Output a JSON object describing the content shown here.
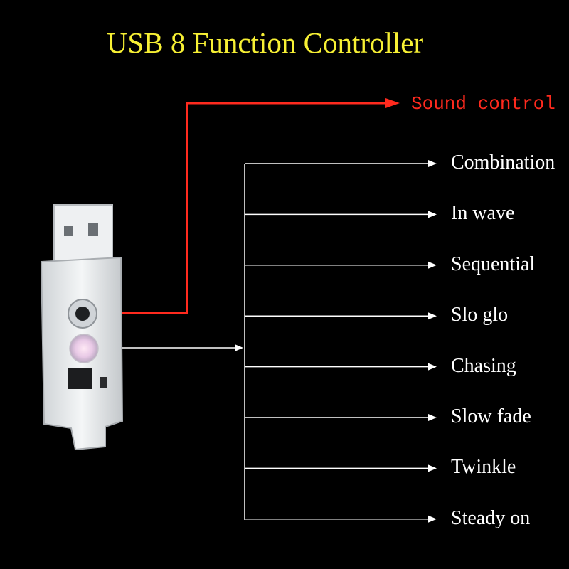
{
  "diagram": {
    "title": "USB 8 Function Controller",
    "sound_label": "Sound control",
    "functions": [
      "Combination",
      "In wave",
      "Sequential",
      "Slo glo",
      "Chasing",
      "Slow fade",
      "Twinkle",
      "Steady on"
    ]
  },
  "colors": {
    "background": "#000000",
    "title": "#f7f034",
    "sound_line": "#ff2a1e",
    "lines": "#ffffff"
  }
}
